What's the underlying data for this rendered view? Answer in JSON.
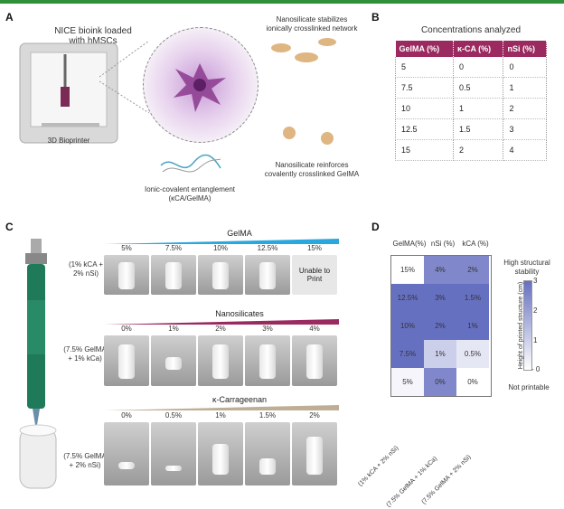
{
  "panel_labels": {
    "a": "A",
    "b": "B",
    "c": "C",
    "d": "D"
  },
  "panel_a": {
    "bioink_label_line1": "NICE bioink loaded",
    "bioink_label_line2": "with hMSCs",
    "printer_label": "3D Bioprinter",
    "annotation_ionic_line1": "Nanosilicate stabilizes",
    "annotation_ionic_line2": "ionically crosslinked network",
    "annotation_covalent_line1": "Nanosilicate reinforces",
    "annotation_covalent_line2": "covalently crosslinked GelMA",
    "annotation_entangle_line1": "Ionic-covalent entanglement",
    "annotation_entangle_line2": "(κCA/GelMA)"
  },
  "panel_b": {
    "title": "Concentrations analyzed",
    "headers": [
      "GelMA (%)",
      "κ-CA (%)",
      "nSi (%)"
    ],
    "rows": [
      [
        "5",
        "0",
        "0"
      ],
      [
        "7.5",
        "0.5",
        "1"
      ],
      [
        "10",
        "1",
        "2"
      ],
      [
        "12.5",
        "1.5",
        "3"
      ],
      [
        "15",
        "2",
        "4"
      ]
    ],
    "header_color": "#9a2a5f"
  },
  "panel_c": {
    "sections": [
      {
        "title": "GelMA",
        "condition_line1": "(1% kCA +",
        "condition_line2": "2% nSi)",
        "labels": [
          "5%",
          "7.5%",
          "10%",
          "12.5%",
          "15%"
        ],
        "wedge_color": "#2aa7df",
        "unable_line1": "Unable to",
        "unable_line2": "Print"
      },
      {
        "title": "Nanosilicates",
        "condition_line1": "(7.5% GelMA",
        "condition_line2": "+ 1% kCa)",
        "labels": [
          "0%",
          "1%",
          "2%",
          "3%",
          "4%"
        ],
        "wedge_color": "#9a2a5f"
      },
      {
        "title": "κ-Carrageenan",
        "condition_line1": "(7.5% GelMA",
        "condition_line2": "+ 2% nSi)",
        "labels": [
          "0%",
          "0.5%",
          "1%",
          "1.5%",
          "2%"
        ],
        "wedge_color": "#bfae96"
      }
    ]
  },
  "chart_data": {
    "type": "heatmap",
    "column_headers": [
      "GelMA(%)",
      "nSi (%)",
      "kCA (%)"
    ],
    "x_tick_labels": [
      "(1% kCA + 2% nSi)",
      "(7.5% GelMA + 1% kCa)",
      "(7.5% GelMA + 2% nSi)"
    ],
    "cells": [
      [
        {
          "label": "15%",
          "value": 0
        },
        {
          "label": "4%",
          "value": 2.5
        },
        {
          "label": "2%",
          "value": 2.5
        }
      ],
      [
        {
          "label": "12.5%",
          "value": 3
        },
        {
          "label": "3%",
          "value": 3
        },
        {
          "label": "1.5%",
          "value": 3
        }
      ],
      [
        {
          "label": "10%",
          "value": 3
        },
        {
          "label": "2%",
          "value": 3
        },
        {
          "label": "1%",
          "value": 3
        }
      ],
      [
        {
          "label": "7.5%",
          "value": 3
        },
        {
          "label": "1%",
          "value": 1
        },
        {
          "label": "0.5%",
          "value": 0.5
        }
      ],
      [
        {
          "label": "5%",
          "value": 0.2
        },
        {
          "label": "0%",
          "value": 2.5
        },
        {
          "label": "0%",
          "value": 0
        }
      ]
    ],
    "colorbar": {
      "top_label_line1": "High structural",
      "top_label_line2": "stability",
      "bottom_label": "Not printable",
      "title": "Height of printed structure (cm)",
      "ticks": [
        "3",
        "2",
        "1",
        "- 0"
      ],
      "range": [
        0,
        3
      ],
      "color_max": "#6670c0",
      "color_min": "#ffffff"
    }
  }
}
